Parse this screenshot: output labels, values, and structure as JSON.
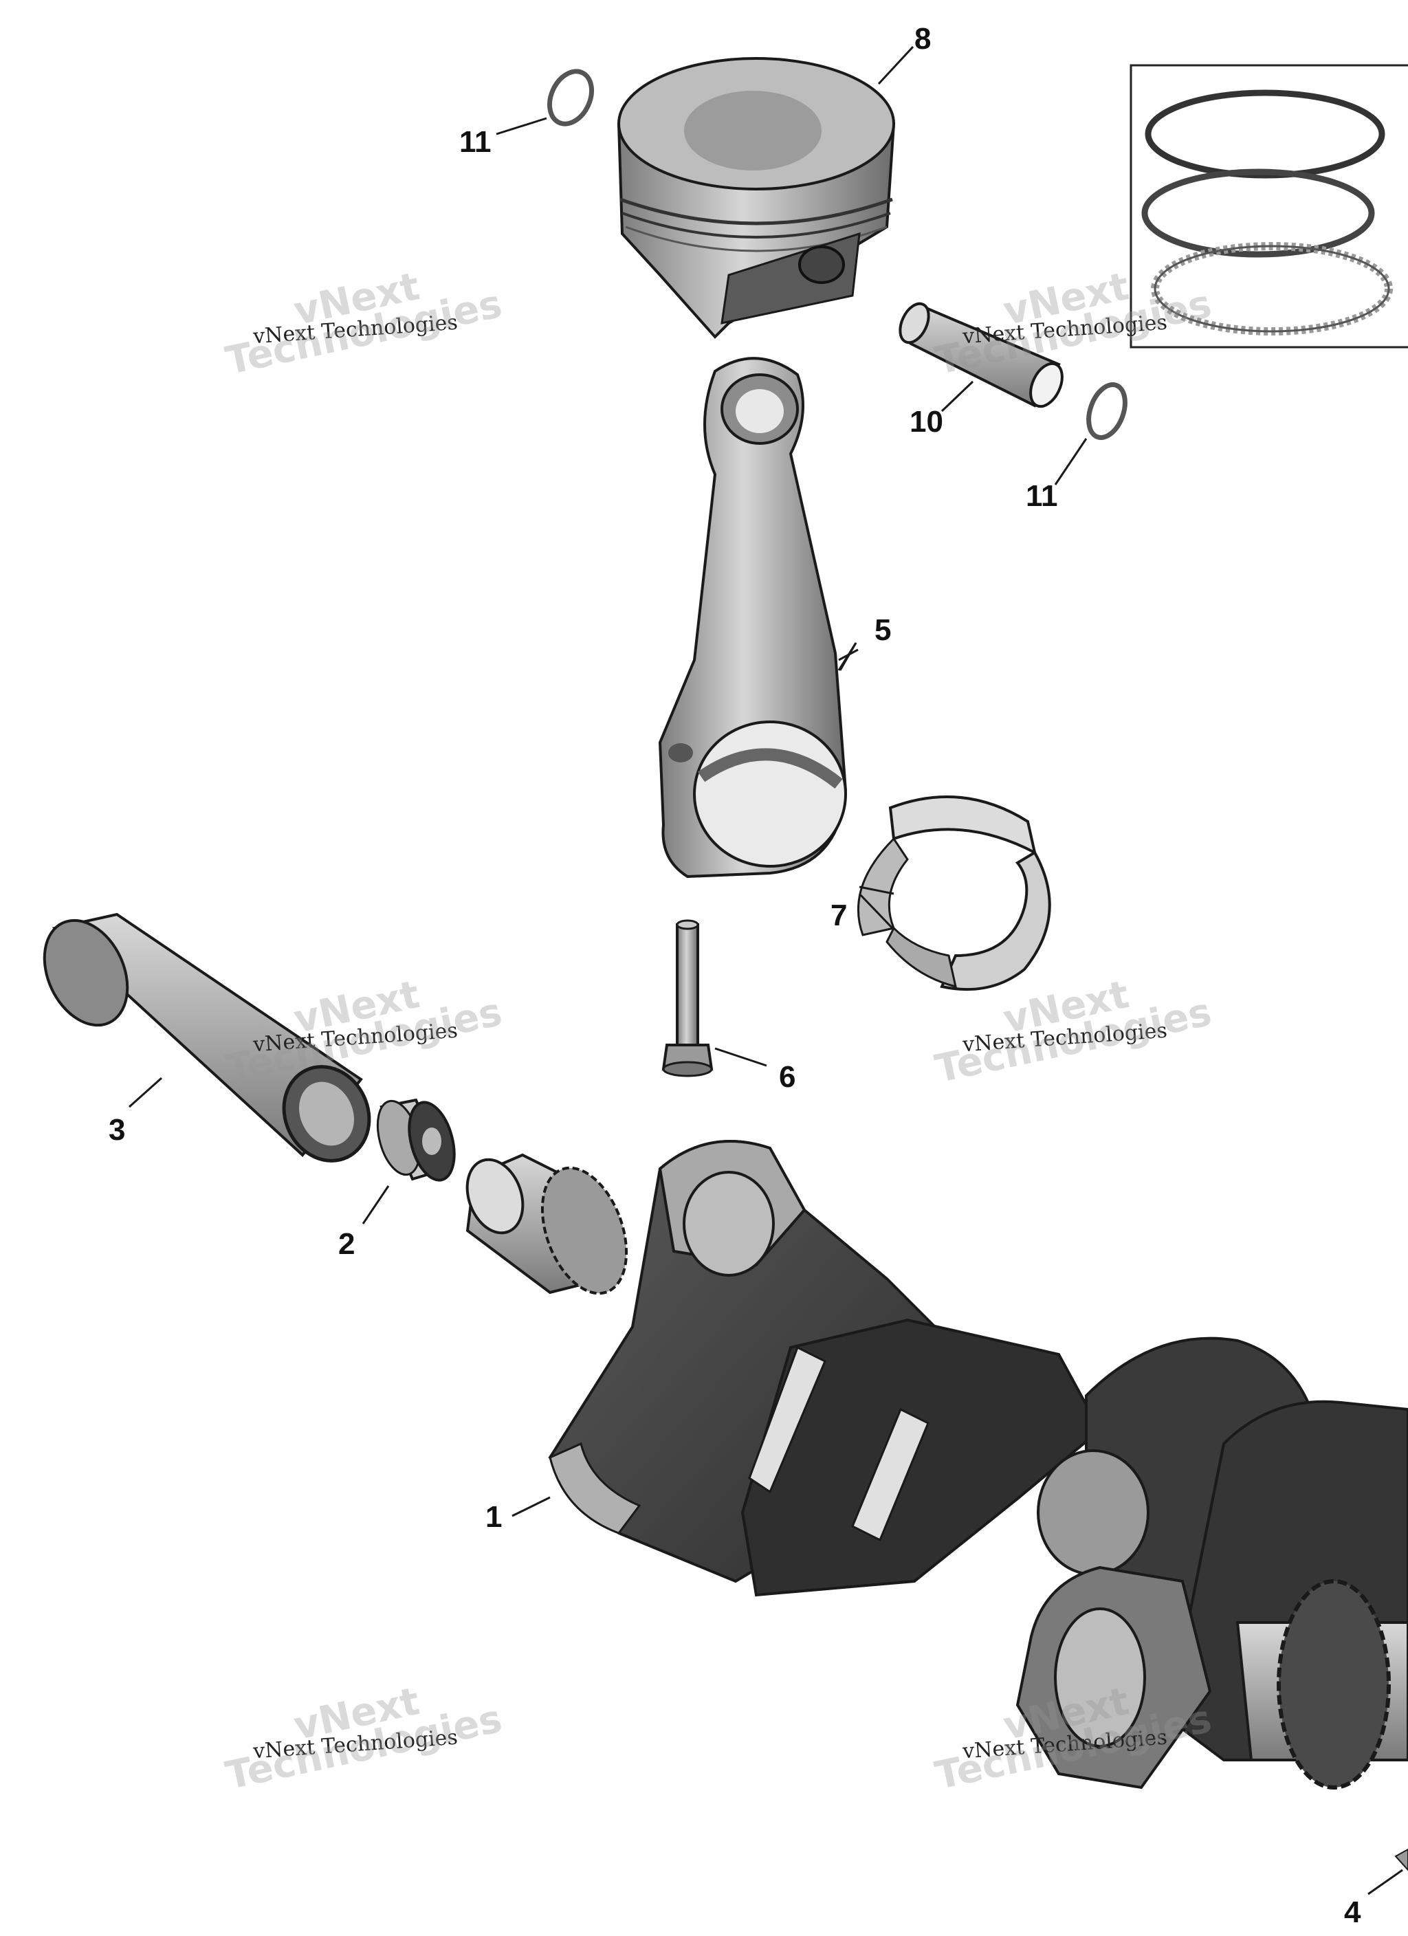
{
  "colors": {
    "metal_light": "#c9c9c9",
    "metal_mid": "#9a9a9a",
    "metal_dark": "#4a4a4a",
    "outline": "#1a1a1a",
    "ink": "#111111"
  },
  "callouts": {
    "c1": "1",
    "c2": "2",
    "c3": "3",
    "c4": "4",
    "c5": "5",
    "c6": "6",
    "c7": "7",
    "c8": "8",
    "c10": "10",
    "c11a": "11",
    "c11b": "11"
  },
  "watermark": {
    "small": "vNext Technologies",
    "big_line1": "vNext",
    "big_line2": "Technologies"
  }
}
